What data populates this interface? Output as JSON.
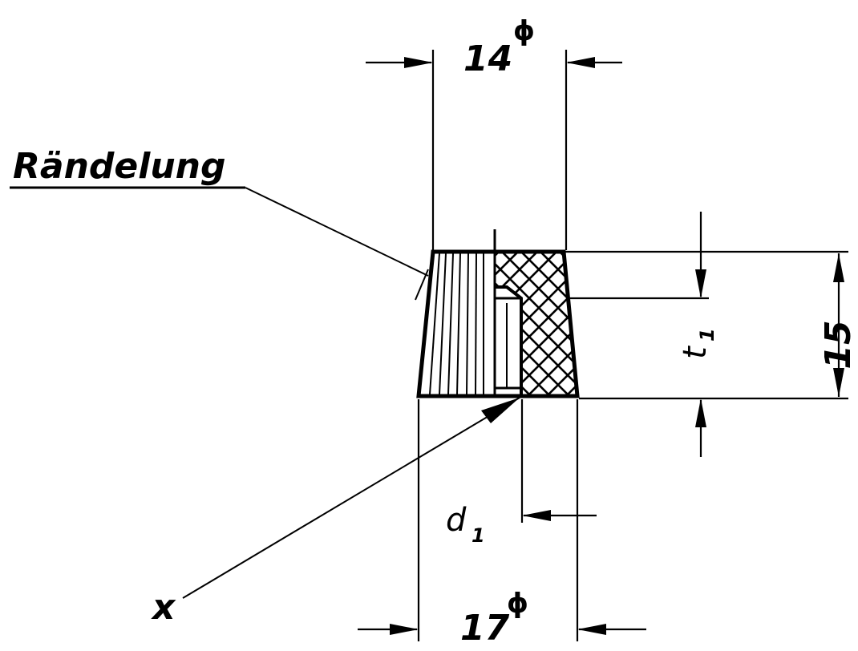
{
  "drawing": {
    "labels": {
      "top_dimension": "14",
      "bottom_dimension": "17",
      "diameter_symbol": "ϕ",
      "height_dimension": "15",
      "knurl_label": "Rändelung",
      "depth_label": "t",
      "depth_subscript": "1",
      "bore_label": "d",
      "bore_subscript": "1",
      "point_label": "x"
    }
  }
}
